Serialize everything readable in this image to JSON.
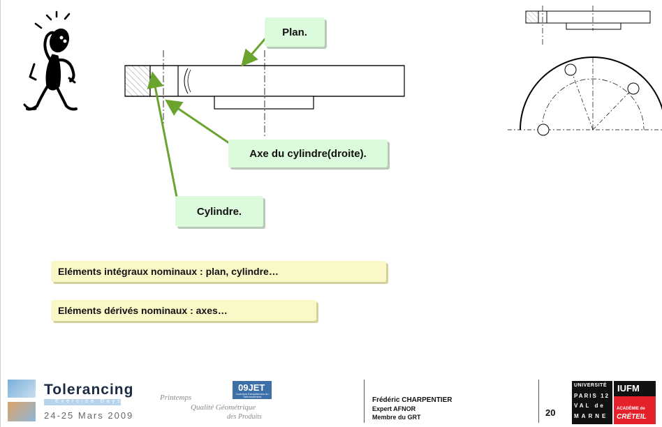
{
  "callouts": {
    "plan": "Plan.",
    "axe": "Axe du cylindre(droite).",
    "cylindre": "Cylindre."
  },
  "notes": {
    "integraux": "Eléments intégraux nominaux : plan, cylindre…",
    "derives": "Eléments dérivés nominaux : axes…"
  },
  "footer": {
    "brand": "Tolerancing",
    "brand_sub": "Exercise Days",
    "dates": "24-25 Mars 2009",
    "printemps": "Printemps",
    "qualite": "Qualité Géométrique",
    "produits": "des Produits",
    "jet": "09JET",
    "jet_sub": "Journées Européennes du Tolérancement",
    "author": "Frédéric CHARPENTIER",
    "role1": "Expert AFNOR",
    "role2": "Membre du GRT",
    "page": "20",
    "univ1": "UNIVERSITÉ",
    "univ2": "PARIS 12",
    "univ3": "VAL de",
    "univ4": "MARNE",
    "iufm": "IUFM",
    "academie": "ACADÉMIE de",
    "creteil": "CRÉTEIL"
  },
  "colors": {
    "arrow": "#6aa42e",
    "callout_bg": "#dcfadc",
    "note_bg": "#fbf8c8"
  }
}
